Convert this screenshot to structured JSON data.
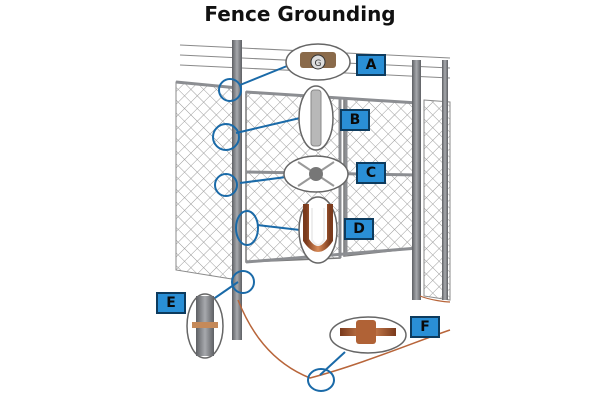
{
  "title": "Fence Grounding",
  "labels": {
    "a": "A",
    "b": "B",
    "c": "C",
    "d": "D",
    "e": "E",
    "f": "F"
  },
  "colors": {
    "accent": "#2a8fd6",
    "callout_line": "#1a6aa8",
    "post": "#7a7c80",
    "mesh": "#9a9a9a",
    "copper": "#b8653a"
  }
}
